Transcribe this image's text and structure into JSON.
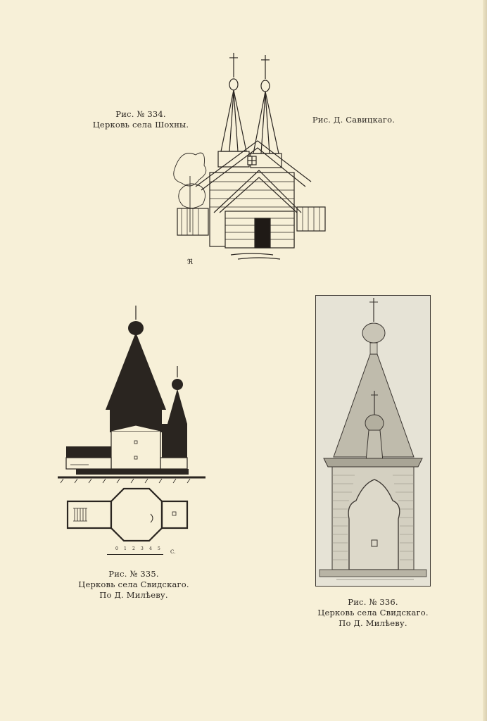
{
  "figures": {
    "fig334": {
      "number": "Рис. № 334.",
      "title": "Церковь села Шохны.",
      "credit": "Рис. Д. Савицкаго."
    },
    "fig335": {
      "number": "Рис. № 335.",
      "title": "Церковь села Свидскаго.",
      "credit": "По Д. Милѣеву.",
      "scale_labels": [
        "0",
        "1",
        "2",
        "3",
        "4",
        "5",
        "С."
      ]
    },
    "fig336": {
      "number": "Рис. № 336.",
      "title": "Церковь села Свидскаго.",
      "credit": "По Д. Милѣеву."
    }
  },
  "colors": {
    "paper": "#f7f0d8",
    "ink": "#2a2520",
    "photo_bg": "#e6e3d6"
  }
}
